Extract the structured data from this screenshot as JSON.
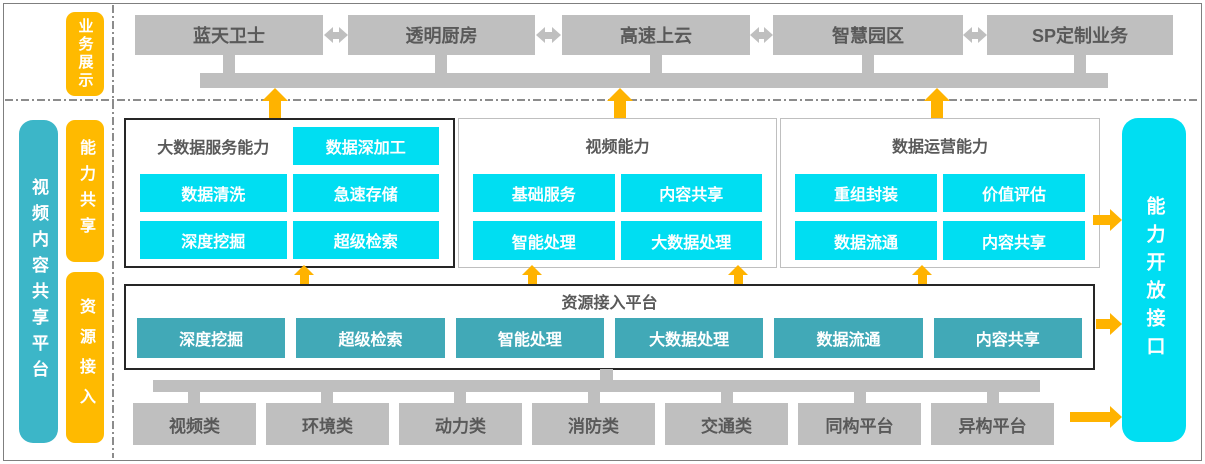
{
  "sidebar": {
    "platform_label": "视频内容共享平台",
    "business_label": "业务展示",
    "capability_label": "能力共享",
    "resource_label": "资源接入"
  },
  "business_apps": {
    "items": [
      "蓝天卫士",
      "透明厨房",
      "高速上云",
      "智慧园区",
      "SP定制业务"
    ]
  },
  "capability_groups": [
    {
      "title": "大数据服务能力",
      "highlight": "数据深加工",
      "items": [
        "数据清洗",
        "急速存储",
        "深度挖掘",
        "超级检索"
      ]
    },
    {
      "title": "视频能力",
      "items": [
        "基础服务",
        "内容共享",
        "智能处理",
        "大数据处理"
      ]
    },
    {
      "title": "数据运营能力",
      "items": [
        "重组封装",
        "价值评估",
        "数据流通",
        "内容共享"
      ]
    }
  ],
  "resource_platform": {
    "title": "资源接入平台",
    "items": [
      "深度挖掘",
      "超级检索",
      "智能处理",
      "大数据处理",
      "数据流通",
      "内容共享"
    ]
  },
  "access_sources": {
    "items": [
      "视频类",
      "环境类",
      "动力类",
      "消防类",
      "交通类",
      "同构平台",
      "异构平台"
    ]
  },
  "right_panel": {
    "label": "能力开放接口"
  },
  "colors": {
    "cyan": "#00DEF2",
    "teal": "#41A9B7",
    "sidebar_teal": "#3CB6C8",
    "label_yellow": "#FFBA00",
    "arrow_yellow": "#FFB300",
    "gray_box": "#BFBFBF",
    "gray_text": "#595959"
  }
}
